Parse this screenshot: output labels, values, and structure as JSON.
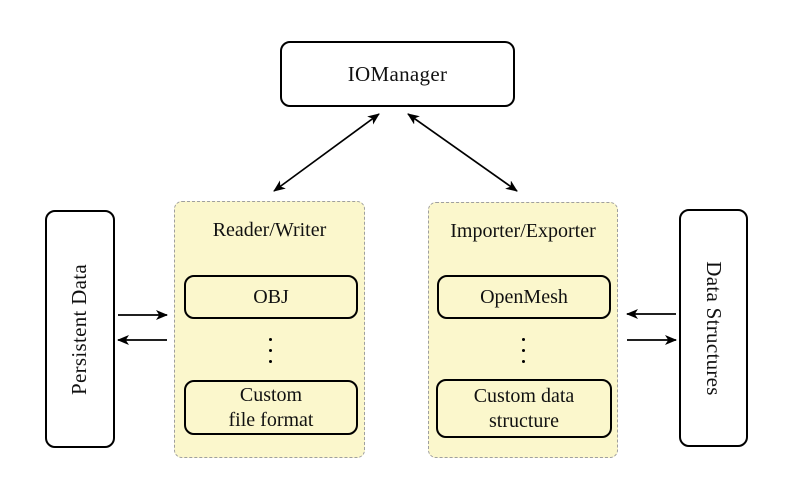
{
  "colors": {
    "panel_fill": "#FBF7CC",
    "panel_border": "#9F9F9F",
    "node_border": "#000000",
    "background": "#FFFFFF",
    "arrow": "#000000"
  },
  "nodes": {
    "io_manager": {
      "label": "IOManager"
    },
    "persistent_data": {
      "label": "Persistent Data"
    },
    "data_structures": {
      "label": "Data Structures"
    }
  },
  "panels": {
    "reader_writer": {
      "title": "Reader/Writer",
      "item_top": {
        "label": "OBJ"
      },
      "ellipsis_icon": "vertical-dots",
      "item_bottom": {
        "line1": "Custom",
        "line2": "file format"
      }
    },
    "importer_exporter": {
      "title": "Importer/Exporter",
      "item_top": {
        "label": "OpenMesh"
      },
      "ellipsis_icon": "vertical-dots",
      "item_bottom": {
        "line1": "Custom data",
        "line2": "structure"
      }
    }
  },
  "connections": [
    {
      "from": "io_manager",
      "to": "reader_writer",
      "type": "double-arrow"
    },
    {
      "from": "io_manager",
      "to": "importer_exporter",
      "type": "double-arrow"
    },
    {
      "from": "persistent_data",
      "to": "reader_writer",
      "type": "arrow"
    },
    {
      "from": "reader_writer",
      "to": "persistent_data",
      "type": "arrow"
    },
    {
      "from": "data_structures",
      "to": "importer_exporter",
      "type": "arrow"
    },
    {
      "from": "importer_exporter",
      "to": "data_structures",
      "type": "arrow"
    }
  ]
}
